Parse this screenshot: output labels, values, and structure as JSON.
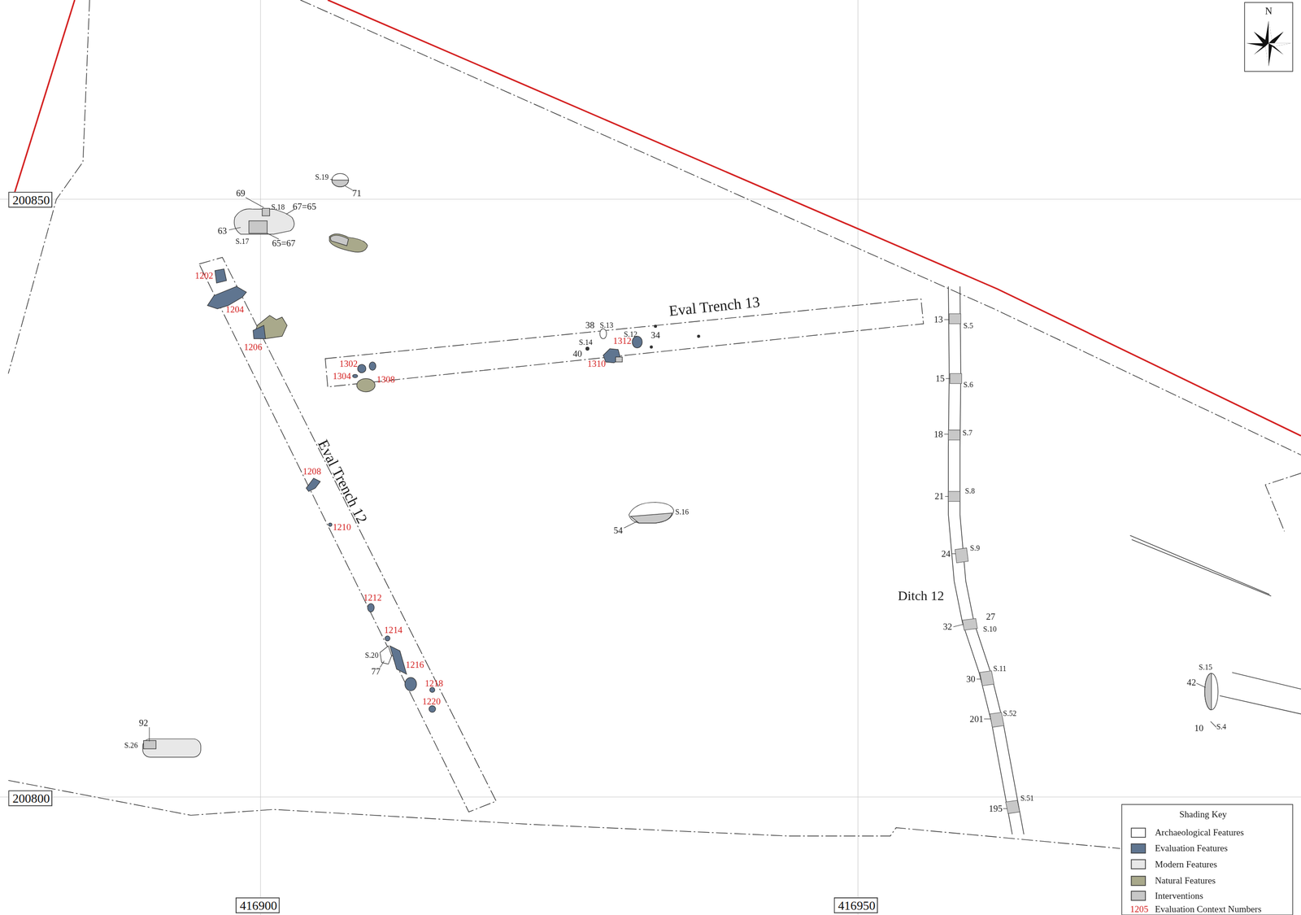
{
  "diagram": {
    "nodes": [
      {
        "text": [
          "200850"
        ]
      },
      {
        "text": [
          "200800"
        ]
      },
      {
        "text": [
          "416900"
        ]
      },
      {
        "text": [
          "416950"
        ]
      }
    ],
    "labels": [
      "S.19",
      "71",
      "69",
      "S.18",
      "67=65",
      "63",
      "S.17",
      "65=67",
      "1202",
      "1204",
      "1206",
      "38",
      "S.13",
      "34",
      "S.12",
      "1312",
      "S.14",
      "40",
      "1310",
      "1302",
      "1304",
      "1308",
      "1208",
      "1210",
      "54",
      "S.16",
      "1212",
      "1214",
      "S.20",
      "77",
      "1216",
      "1218",
      "1220",
      "92",
      "S.26",
      "13",
      "S.5",
      "15",
      "S.6",
      "18",
      "S.7",
      "21",
      "S.8",
      "24",
      "S.9",
      "27",
      "32",
      "S.10",
      "30",
      "S.11",
      "201",
      "S.52",
      "195",
      "S.51",
      "S.15",
      "42",
      "10",
      "S.4",
      "N",
      "Eval Trench 13",
      "Eval Trench 12",
      "Ditch 12",
      "Shading Key",
      "1205"
    ],
    "legend": [
      {
        "text": "Archaeological Features",
        "color": "#ffffff"
      },
      {
        "text": "Evaluation Features",
        "color": "#5f7590"
      },
      {
        "text": "Modern Features",
        "color": "#e8e8e8"
      },
      {
        "text": "Natural Features",
        "color": "#a9a98b"
      },
      {
        "text": "Interventions",
        "color": "#c8c8c8"
      },
      {
        "text": "Evaluation Context Numbers"
      }
    ]
  }
}
